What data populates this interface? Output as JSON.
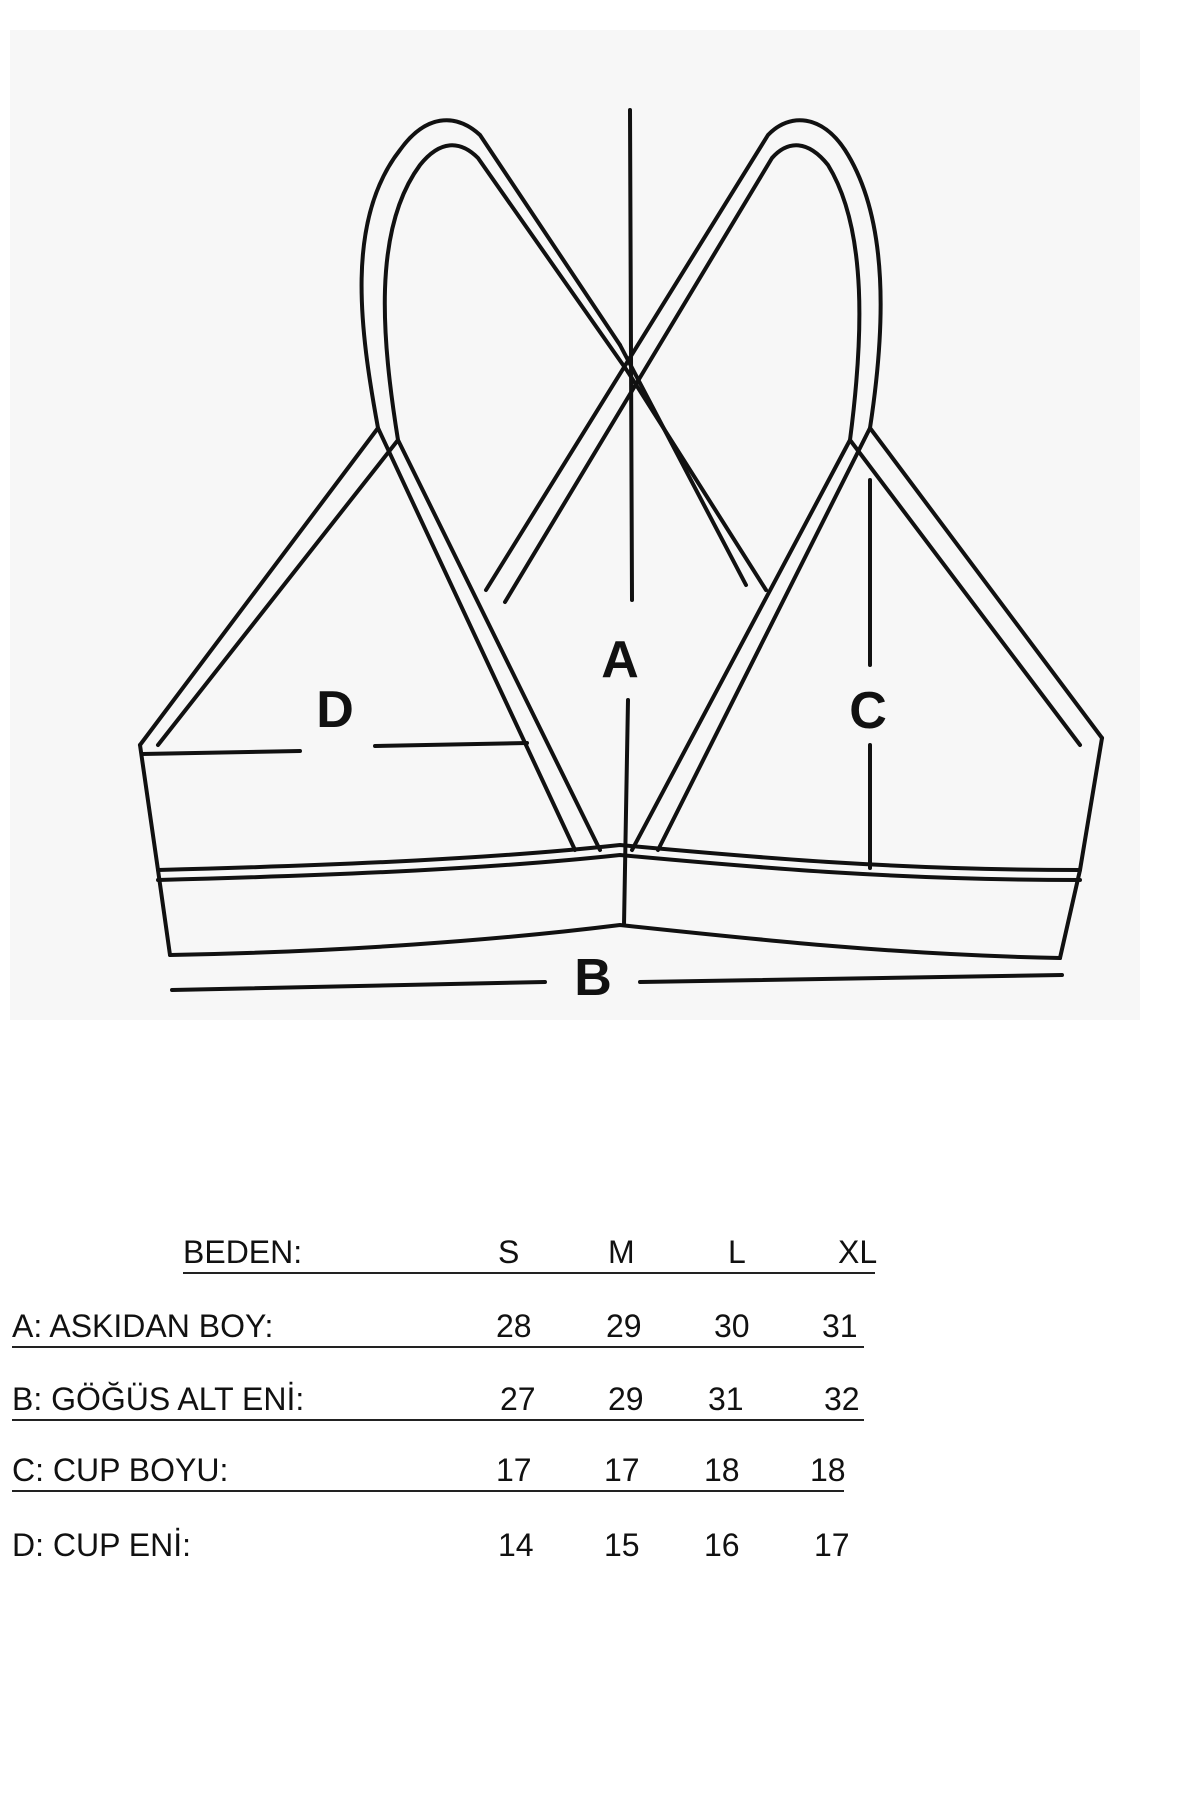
{
  "diagram": {
    "labels": {
      "a": "A",
      "b": "B",
      "c": "C",
      "d": "D"
    },
    "colors": {
      "line": "#111111",
      "background": "#f7f7f7"
    }
  },
  "table": {
    "header": {
      "label": "BEDEN:",
      "sizes": [
        "S",
        "M",
        "L",
        "XL"
      ]
    },
    "rows": [
      {
        "label": "A: ASKIDAN BOY:",
        "values": [
          "28",
          "29",
          "30",
          "31"
        ]
      },
      {
        "label": "B: GÖĞÜS ALT ENİ:",
        "values": [
          "27",
          "29",
          "31",
          "32"
        ]
      },
      {
        "label": "C: CUP BOYU:",
        "values": [
          "17",
          "17",
          "18",
          "18"
        ]
      },
      {
        "label": "D: CUP ENİ:",
        "values": [
          "14",
          "15",
          "16",
          "17"
        ]
      }
    ]
  }
}
